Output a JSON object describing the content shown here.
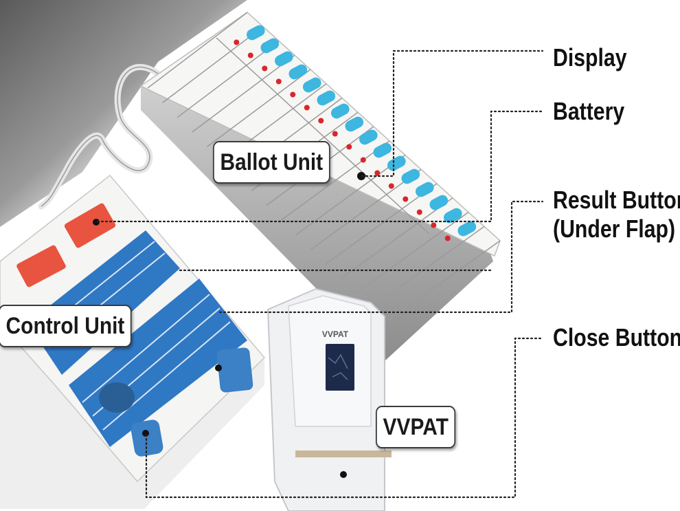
{
  "diagram": {
    "units": {
      "ballot_unit": "Ballot Unit",
      "control_unit": "Control Unit",
      "vvpat": "VVPAT"
    },
    "callouts": {
      "display": "Display",
      "battery": "Battery",
      "result_button_line1": "Result Button",
      "result_button_line2": "(Under Flap)",
      "close_button": "Close Button"
    },
    "vvpat_face_text": "VVPAT",
    "colors": {
      "blue_button": "#3db6e0",
      "red_led": "#d8262c",
      "control_blue": "#2f78c4",
      "control_red": "#e8543f",
      "device_body": "#f2f2f0",
      "background_gray": "#6a6a6a"
    }
  }
}
